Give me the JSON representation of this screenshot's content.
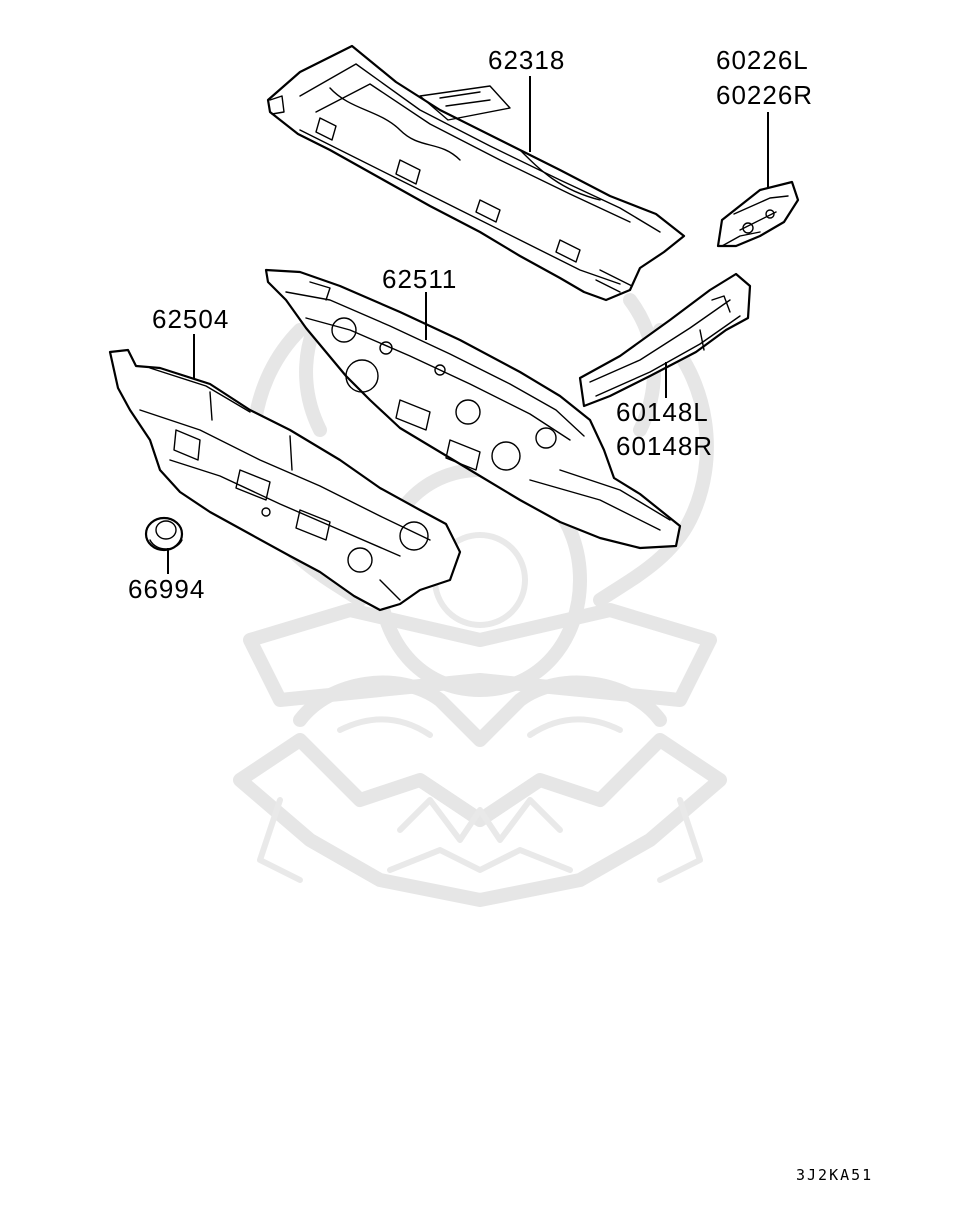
{
  "diagram": {
    "code": "3J2KA51",
    "colors": {
      "line": "#000000",
      "background": "#ffffff",
      "watermark": "#e6e6e6"
    },
    "parts": [
      {
        "id": "cowl-top-panel",
        "labels": [
          "62318"
        ]
      },
      {
        "id": "cowl-side-bracket",
        "labels": [
          "60226L",
          "60226R"
        ]
      },
      {
        "id": "dash-panel",
        "labels": [
          "62511"
        ]
      },
      {
        "id": "dash-silencer",
        "labels": [
          "62504"
        ]
      },
      {
        "id": "fender-shield",
        "labels": [
          "60148L",
          "60148R"
        ]
      },
      {
        "id": "grommet-plug",
        "labels": [
          "66994"
        ]
      }
    ]
  }
}
